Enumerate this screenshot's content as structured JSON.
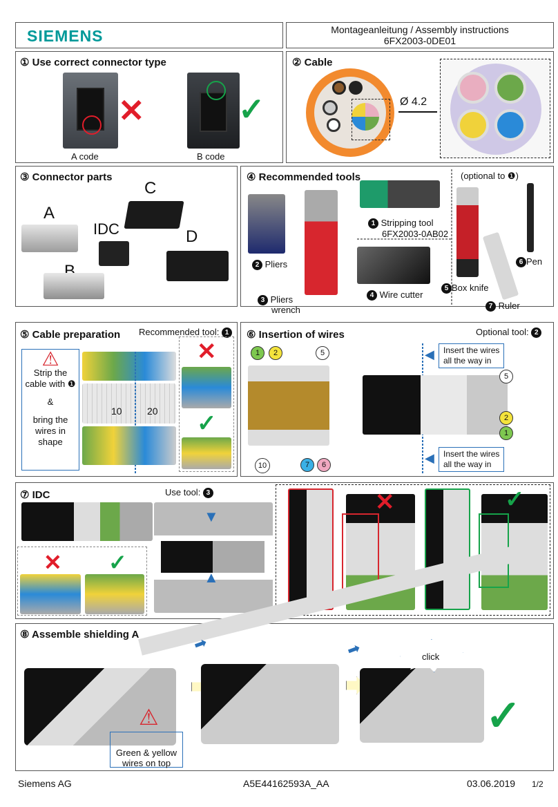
{
  "header": {
    "logo": "SIEMENS",
    "title_line1": "Montageanleitung / Assembly instructions",
    "title_line2": "6FX2003-0DE01"
  },
  "s1": {
    "title": "① Use correct connector type",
    "a_code": "A code",
    "b_code": "B code"
  },
  "s2": {
    "title": "② Cable",
    "diameter": "Ø 4.2"
  },
  "s3": {
    "title": "③ Connector parts",
    "parts": {
      "a": "A",
      "b": "B",
      "c": "C",
      "d": "D",
      "idc": "IDC"
    }
  },
  "s4": {
    "title": "④ Recommended tools",
    "optional": "(optional to ❶)",
    "pliers": "Pliers",
    "pliers_wrench_1": "Pliers",
    "pliers_wrench_2": "wrench",
    "stripping_tool": "Stripping tool",
    "stripping_part": "6FX2003-0AB02",
    "wire_cutter": "Wire cutter",
    "box_knife": "Box knife",
    "ruler": "Ruler",
    "pen": "Pen",
    "n1": "1",
    "n2": "2",
    "n3": "3",
    "n4": "4",
    "n5": "5",
    "n6": "6",
    "n7": "7"
  },
  "s5": {
    "title": "⑤ Cable preparation",
    "recommended": "Recommended tool:",
    "rec_num": "1",
    "warn_text_1": "Strip the",
    "warn_text_2": "cable with ❶",
    "amp": "&",
    "warn_text_3": "bring the",
    "warn_text_4": "wires in",
    "warn_text_5": "shape",
    "ruler_10": "10",
    "ruler_20": "20"
  },
  "s6": {
    "title": "⑥ Insertion of wires",
    "optional": "Optional tool:",
    "opt_num": "2",
    "insert_1a": "Insert the wires",
    "insert_1b": "all the way in",
    "insert_2a": "Insert the wires",
    "insert_2b": "all the way in",
    "w1": "1",
    "w2": "2",
    "w5": "5",
    "w6": "6",
    "w7": "7",
    "w10": "10",
    "r5": "5",
    "r2": "2",
    "r1": "1"
  },
  "s7": {
    "title": "⑦ IDC",
    "use_tool": "Use tool:",
    "tool_num": "3"
  },
  "s8": {
    "title": "⑧ Assemble shielding A",
    "click": "click",
    "note_1": "Green & yellow",
    "note_2": "wires on top"
  },
  "footer": {
    "company": "Siemens AG",
    "doc_no": "A5E44162593A_AA",
    "date": "03.06.2019",
    "page": "1/2"
  },
  "colors": {
    "siemens_teal": "#009999",
    "check_green": "#16a34a",
    "cross_red": "#e11d2a",
    "arrow_blue": "#2a70b8"
  }
}
